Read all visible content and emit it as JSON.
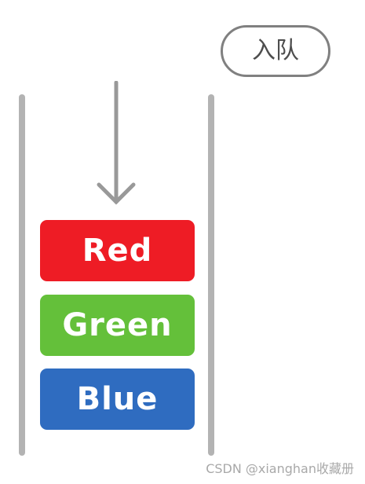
{
  "operation": {
    "label": "入队"
  },
  "queue": {
    "items": [
      {
        "label": "Red",
        "color": "#ee1c25"
      },
      {
        "label": "Green",
        "color": "#64c03a"
      },
      {
        "label": "Blue",
        "color": "#2f6cc0"
      }
    ]
  },
  "colors": {
    "wall": "#b3b3b3",
    "arrow": "#999999",
    "label_border": "#808080"
  },
  "watermark": "CSDN @xianghan收藏册"
}
